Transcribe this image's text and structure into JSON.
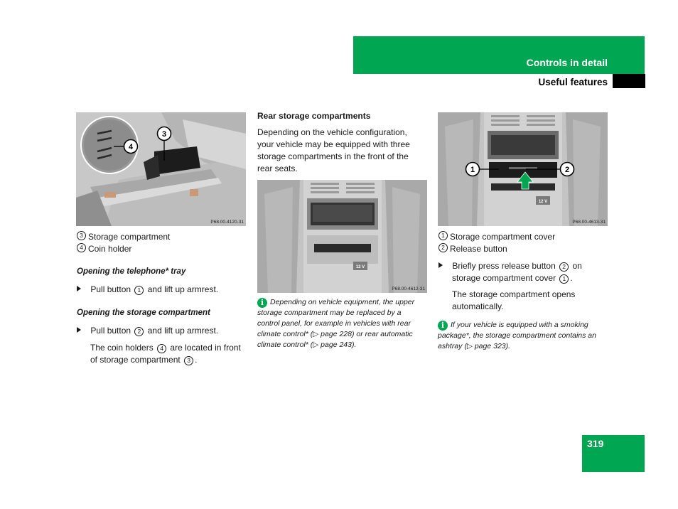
{
  "header": {
    "section": "Controls in detail",
    "subsection": "Useful features"
  },
  "page_number": "319",
  "col1": {
    "figure_code": "P68.00-4120-31",
    "callout_3": "3",
    "callout_4": "4",
    "legend": [
      {
        "num": "3",
        "text": "Storage compartment"
      },
      {
        "num": "4",
        "text": "Coin holder"
      }
    ],
    "section1": {
      "heading": "Opening the telephone* tray",
      "step_pre": "Pull button",
      "step_num": "1",
      "step_post": "and lift up armrest."
    },
    "section2": {
      "heading": "Opening the storage compartment",
      "step_pre": "Pull button",
      "step_num": "2",
      "step_post": "and lift up armrest.",
      "note_line1_pre": "The coin holders",
      "note_num1": "4",
      "note_line1_post": "are located in front",
      "note_line2_pre": "of storage compartment",
      "note_num2": "3",
      "note_line2_post": "."
    }
  },
  "col2": {
    "heading": "Rear storage compartments",
    "para": [
      "Depending on the vehicle configuration,",
      "your vehicle may be equipped with three",
      "storage compartments in the front of the",
      "rear seats."
    ],
    "figure_code": "P68.00-4612-31",
    "socket_label": "12 V",
    "info_note": [
      "Depending on vehicle equipment, the upper",
      "storage compartment may be replaced by a",
      "control panel, for example in vehicles with rear",
      "climate control* (▷ page 228) or rear automatic",
      "climate control* (▷ page 243)."
    ]
  },
  "col3": {
    "figure_code": "P68.00-4613-31",
    "callout_1": "1",
    "callout_2": "2",
    "socket_label": "12 V",
    "legend": [
      {
        "num": "1",
        "text": "Storage compartment cover"
      },
      {
        "num": "2",
        "text": "Release button"
      }
    ],
    "step_line1_pre": "Briefly press release button",
    "step_num1": "2",
    "step_line1_post": "on",
    "step_line2_pre": "storage compartment cover",
    "step_num2": "1",
    "step_line2_post": ".",
    "result": [
      "The storage compartment opens",
      "automatically."
    ],
    "info_note": [
      "If your vehicle is equipped with a smoking",
      "package*, the storage compartment contains an",
      "ashtray (▷ page 323)."
    ]
  },
  "colors": {
    "brand_green": "#00a651",
    "text": "#1a1a1a"
  }
}
